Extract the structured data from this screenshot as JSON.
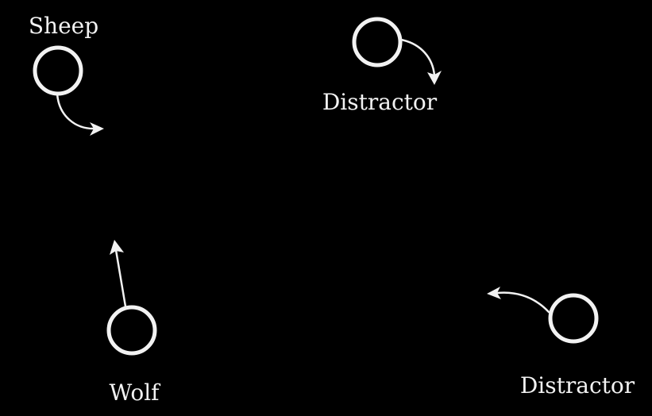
{
  "colors": {
    "background": "#000000",
    "foreground": "#f2f2f2"
  },
  "agents": [
    {
      "role": "sheep",
      "label": "Sheep"
    },
    {
      "role": "distractor",
      "label": "Distractor"
    },
    {
      "role": "wolf",
      "label": "Wolf"
    },
    {
      "role": "distractor",
      "label": "Distractor"
    }
  ]
}
